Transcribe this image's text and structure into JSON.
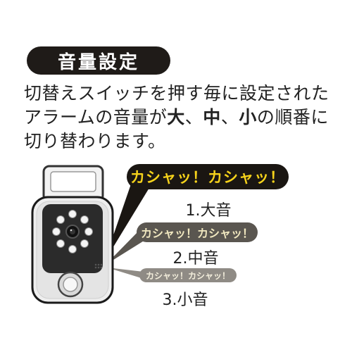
{
  "title": "音量設定",
  "description": {
    "line1": "切替えスイッチを押す毎に設定された",
    "line2_before": "アラームの音量が",
    "large": "大",
    "sep1": "、",
    "medium": "中",
    "sep2": "、",
    "small": "小",
    "line2_after": "の順番に",
    "line3": "切り替わります。"
  },
  "levels": [
    {
      "sound": "カシャッ！カシャッ！",
      "label": "1.大音"
    },
    {
      "sound": "カシャッ！カシャッ！",
      "label": "2.中音"
    },
    {
      "sound": "カシャッ！カシャッ！",
      "label": "3.小音"
    }
  ],
  "colors": {
    "title_bg": "#1f1b18",
    "bubble_large_bg": "#1a1612",
    "bubble_large_text": "#f5d21b",
    "bubble_medium_bg": "#5a5650",
    "bubble_small_bg": "#8f8b85"
  }
}
